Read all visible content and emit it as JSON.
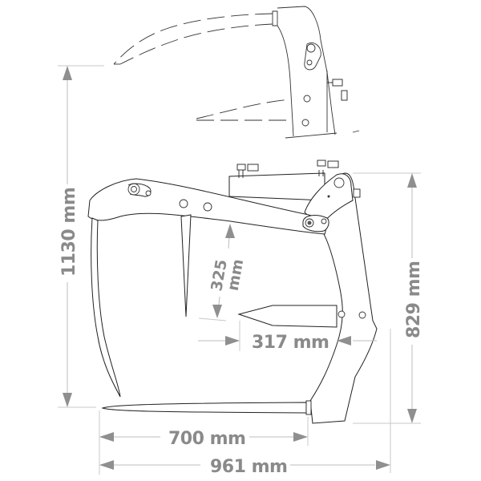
{
  "drawing": {
    "subject": "Bale grab / silage claw side-view technical drawing",
    "views": [
      "open-position (ghost, dashed)",
      "closed-position (solid)"
    ],
    "colors": {
      "outline": "#222222",
      "dimension_text": "#8a8a8a",
      "dimension_line": "#bdbdbd",
      "arrow": "#8f8f8f",
      "background": "#ffffff"
    }
  },
  "dimensions": {
    "overall_height": {
      "label": "1130 mm",
      "value": 1130,
      "unit": "mm",
      "orientation": "vertical"
    },
    "frame_height": {
      "label": "829 mm",
      "value": 829,
      "unit": "mm",
      "orientation": "vertical"
    },
    "tine_gap_vertical": {
      "value_label": "325",
      "unit_label": "mm",
      "value": 325,
      "unit": "mm",
      "orientation": "vertical-rotated"
    },
    "tine_gap_horizontal": {
      "label": "317 mm",
      "value": 317,
      "unit": "mm",
      "orientation": "horizontal"
    },
    "fork_length": {
      "label": "700 mm",
      "value": 700,
      "unit": "mm",
      "orientation": "horizontal"
    },
    "overall_length": {
      "label": "961 mm",
      "value": 961,
      "unit": "mm",
      "orientation": "horizontal"
    }
  }
}
